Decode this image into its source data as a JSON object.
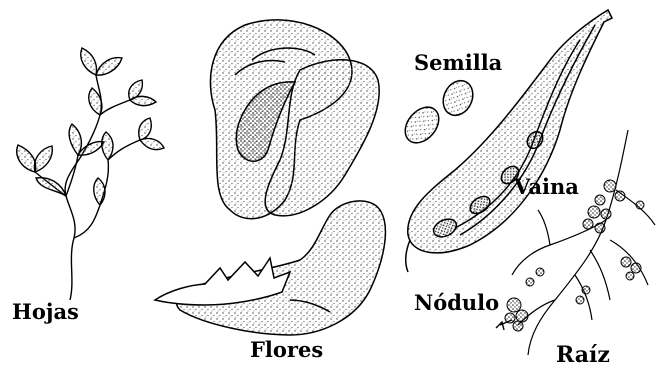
{
  "diagram": {
    "labels": {
      "hojas": "Hojas",
      "flores": "Flores",
      "semilla": "Semilla",
      "vaina": "Vaina",
      "nodulo": "Nódulo",
      "raiz": "Raíz"
    },
    "colors": {
      "ink": "#000000",
      "stipple": "#444444",
      "paper": "#ffffff"
    }
  }
}
